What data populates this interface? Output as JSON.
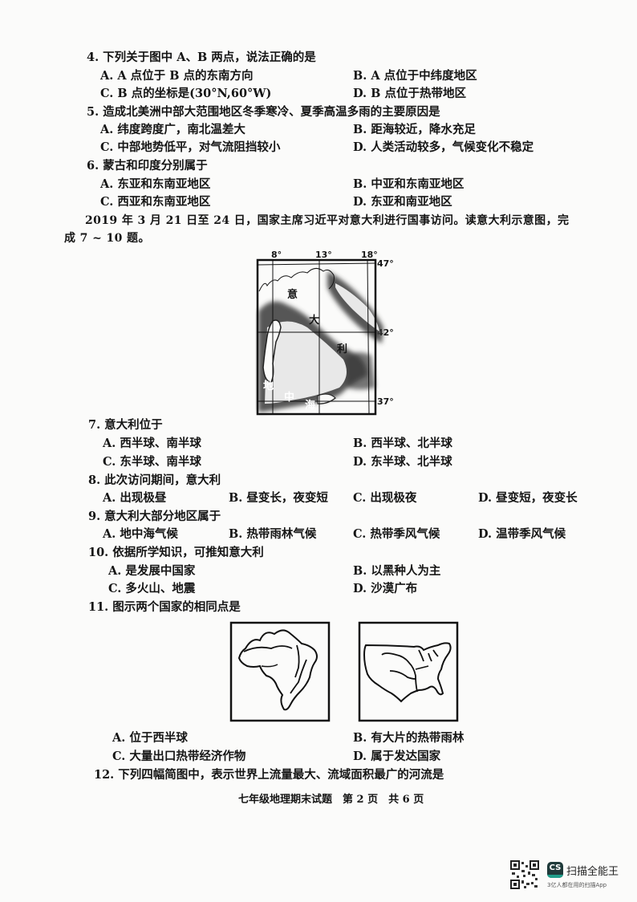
{
  "page": {
    "footer": "七年级地理期末试题　第 2 页　共 6 页"
  },
  "questions": [
    {
      "id": "q4",
      "stem": "4. 下列关于图中 A、B 两点，说法正确的是",
      "options": {
        "A": "A. A 点位于 B 点的东南方向",
        "B": "B. A 点位于中纬度地区",
        "C": "C. B 点的坐标是(30°N,60°W)",
        "D": "D. B 点位于热带地区"
      }
    },
    {
      "id": "q5",
      "stem": "5. 造成北美洲中部大范围地区冬季寒冷、夏季高温多雨的主要原因是",
      "options": {
        "A": "A. 纬度跨度广，南北温差大",
        "B": "B. 距海较近，降水充足",
        "C": "C. 中部地势低平，对气流阻挡较小",
        "D": "D. 人类活动较多，气候变化不稳定"
      }
    },
    {
      "id": "q6",
      "stem": "6. 蒙古和印度分别属于",
      "options": {
        "A": "A. 东亚和东南亚地区",
        "B": "B. 中亚和东南亚地区",
        "C": "C. 西亚和东南亚地区",
        "D": "D. 东亚和南亚地区"
      }
    },
    {
      "id": "q7",
      "stem": "7. 意大利位于",
      "options": {
        "A": "A. 西半球、南半球",
        "B": "B. 西半球、北半球",
        "C": "C. 东半球、南半球",
        "D": "D. 东半球、北半球"
      }
    },
    {
      "id": "q8",
      "stem": "8. 此次访问期间，意大利",
      "options": {
        "A": "A. 出现极昼",
        "B": "B. 昼变长，夜变短",
        "C": "C. 出现极夜",
        "D": "D. 昼变短，夜变长"
      }
    },
    {
      "id": "q9",
      "stem": "9. 意大利大部分地区属于",
      "options": {
        "A": "A. 地中海气候",
        "B": "B. 热带雨林气候",
        "C": "C. 热带季风气候",
        "D": "D. 温带季风气候"
      }
    },
    {
      "id": "q10",
      "stem": "10. 依据所学知识，可推知意大利",
      "options": {
        "A": "A. 是发展中国家",
        "B": "B. 以黑种人为主",
        "C": "C. 多火山、地震",
        "D": "D. 沙漠广布"
      }
    },
    {
      "id": "q11",
      "stem": "11. 图示两个国家的相同点是",
      "options": {
        "A": "A. 位于西半球",
        "B": "B. 有大片的热带雨林",
        "C": "C. 大量出口热带经济作物",
        "D": "D. 属于发达国家"
      }
    },
    {
      "id": "q12",
      "stem": "12. 下列四幅简图中，表示世界上流量最大、流域面积最广的河流是"
    }
  ],
  "intro": {
    "line1": "2019 年 3 月 21 日至 24 日，国家主席习近平对意大利进行国事访问。读意大利示意图，完",
    "line2": "成 7 ~ 10 题。"
  },
  "italy_map": {
    "longitudes": [
      "8°",
      "13°",
      "18°"
    ],
    "latitudes": [
      "47°",
      "42°",
      "37°"
    ],
    "labels": {
      "yi": "意",
      "da": "大",
      "li": "利",
      "di": "地",
      "zhong": "中",
      "hai": "海"
    }
  },
  "country_maps": {
    "left": "brazil-outline",
    "right": "usa-outline"
  },
  "badge": {
    "icon_text": "CS",
    "title": "扫描全能王",
    "subtitle": "3亿人都在用的扫描App",
    "accent": "#1f9e8a"
  }
}
